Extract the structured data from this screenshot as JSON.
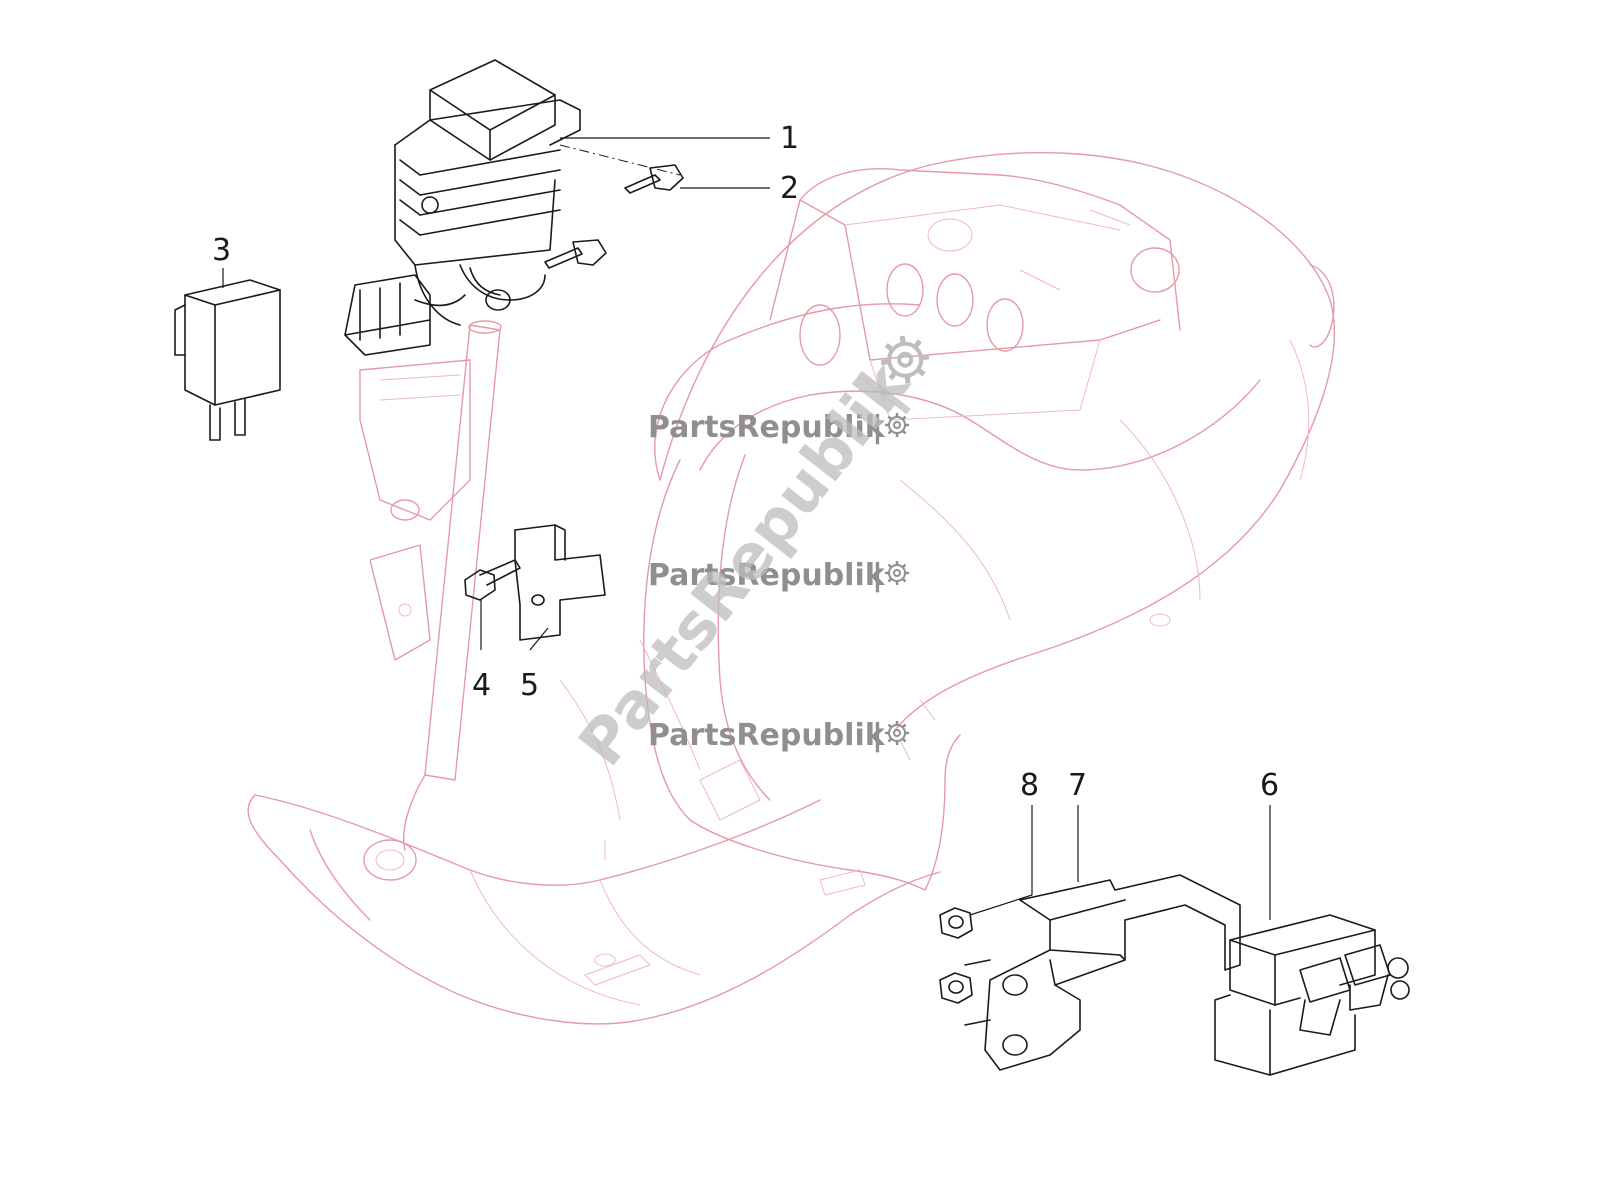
{
  "callouts": [
    {
      "id": "1",
      "label": "1"
    },
    {
      "id": "2",
      "label": "2"
    },
    {
      "id": "3",
      "label": "3"
    },
    {
      "id": "4",
      "label": "4"
    },
    {
      "id": "5",
      "label": "5"
    },
    {
      "id": "6",
      "label": "6"
    },
    {
      "id": "7",
      "label": "7"
    },
    {
      "id": "8",
      "label": "8"
    }
  ],
  "watermark": {
    "text": "PartsRepublik",
    "separator": "|"
  },
  "colors": {
    "frame_outline": "#e59aa6",
    "part_outline": "#1a1a1a",
    "watermark": "#8f8f8f"
  },
  "icons": [
    "gear-icon"
  ]
}
